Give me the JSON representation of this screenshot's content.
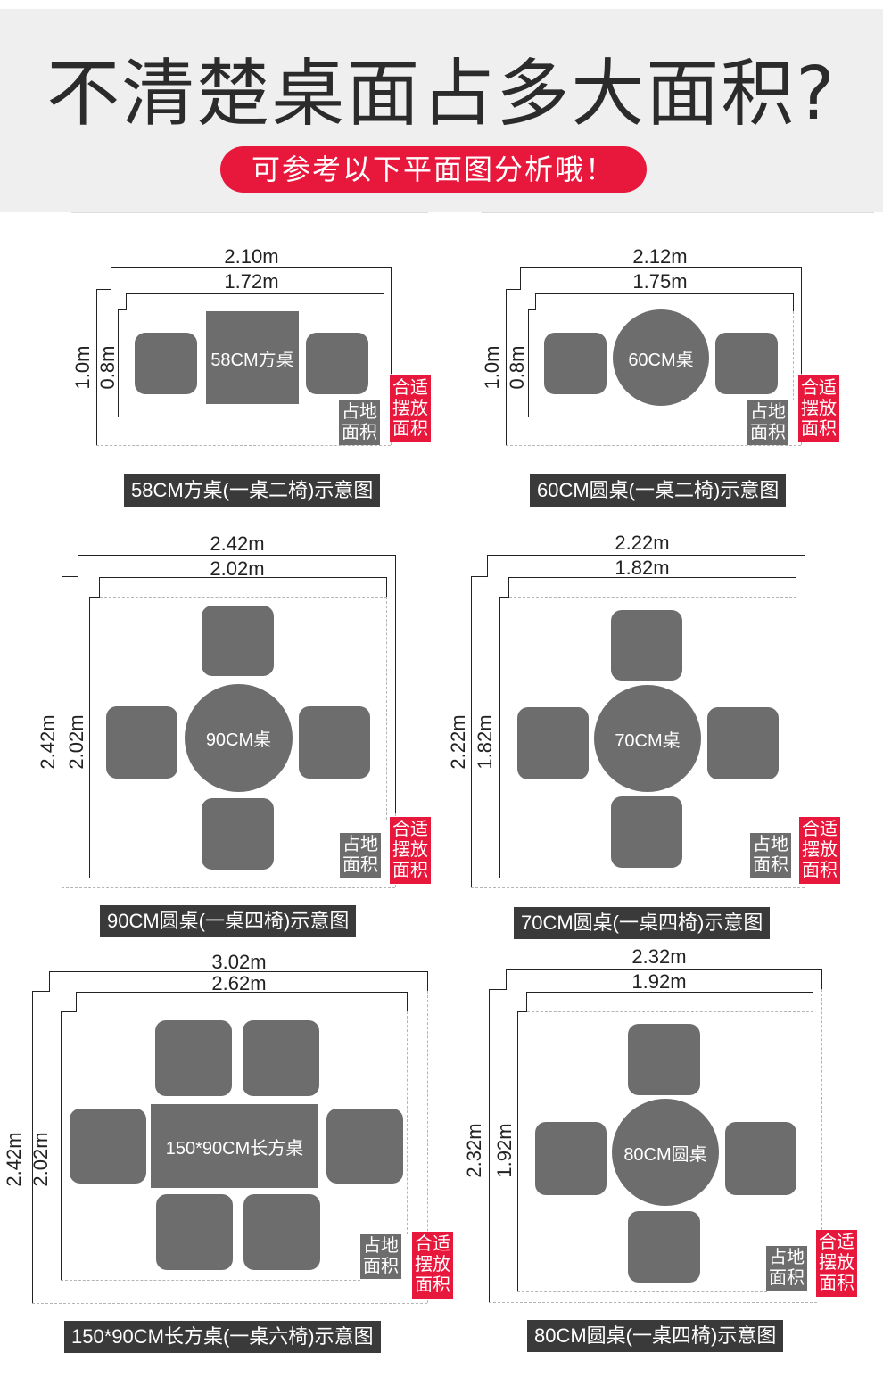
{
  "header": {
    "title": "不清楚桌面占多大面积?",
    "subtitle": "可参考以下平面图分析哦！"
  },
  "labels": {
    "occupied_area": [
      "占地",
      "面积"
    ],
    "suitable_area": [
      "合适",
      "摆放",
      "面积"
    ]
  },
  "panels": [
    {
      "id": "58cm-square",
      "outer_width": "2.10m",
      "inner_width": "1.72m",
      "outer_height": "1.0m",
      "inner_height": "0.8m",
      "table_label": "58CM方桌",
      "caption": "58CM方桌(一桌二椅)示意图"
    },
    {
      "id": "60cm-round",
      "outer_width": "2.12m",
      "inner_width": "1.75m",
      "outer_height": "1.0m",
      "inner_height": "0.8m",
      "table_label": "60CM桌",
      "caption": "60CM圆桌(一桌二椅)示意图"
    },
    {
      "id": "90cm-round",
      "outer_width": "2.42m",
      "inner_width": "2.02m",
      "outer_height": "2.42m",
      "inner_height": "2.02m",
      "table_label": "90CM桌",
      "caption": "90CM圆桌(一桌四椅)示意图"
    },
    {
      "id": "70cm-round",
      "outer_width": "2.22m",
      "inner_width": "1.82m",
      "outer_height": "2.22m",
      "inner_height": "1.82m",
      "table_label": "70CM桌",
      "caption": "70CM圆桌(一桌四椅)示意图"
    },
    {
      "id": "150x90-rect",
      "outer_width": "3.02m",
      "inner_width": "2.62m",
      "outer_height": "2.42m",
      "inner_height": "2.02m",
      "table_label": "150*90CM长方桌",
      "caption": "150*90CM长方桌(一桌六椅)示意图"
    },
    {
      "id": "80cm-round",
      "outer_width": "2.32m",
      "inner_width": "1.92m",
      "outer_height": "2.32m",
      "inner_height": "1.92m",
      "table_label": "80CM圆桌",
      "caption": "80CM圆桌(一桌四椅)示意图"
    }
  ],
  "colors": {
    "furniture": "#6d6d6d",
    "accent_red": "#e8173c",
    "caption_bg": "#3a3a3a",
    "header_bg": "#efefef"
  }
}
